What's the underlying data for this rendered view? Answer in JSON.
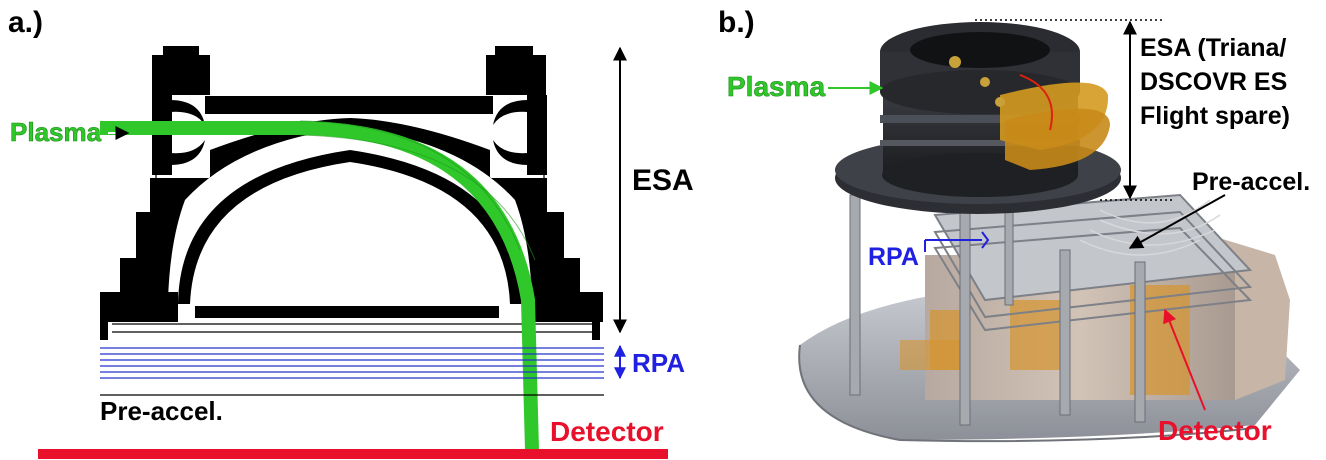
{
  "panel_a": {
    "label": "a.)",
    "plasma": "Plasma",
    "esa": "ESA",
    "rpa": "RPA",
    "pre_accel": "Pre-accel.",
    "detector": "Detector"
  },
  "panel_b": {
    "label": "b.)",
    "plasma": "Plasma",
    "esa_lines": [
      "ESA (Triana/",
      "DSCOVR ES",
      "Flight spare)"
    ],
    "pre_accel": "Pre-accel.",
    "rpa": "RPA",
    "detector": "Detector"
  },
  "colors": {
    "plasma_green": "#2fc72a",
    "rpa_blue": "#2020e0",
    "detector_red": "#e8102a",
    "structure_black": "#000000"
  }
}
